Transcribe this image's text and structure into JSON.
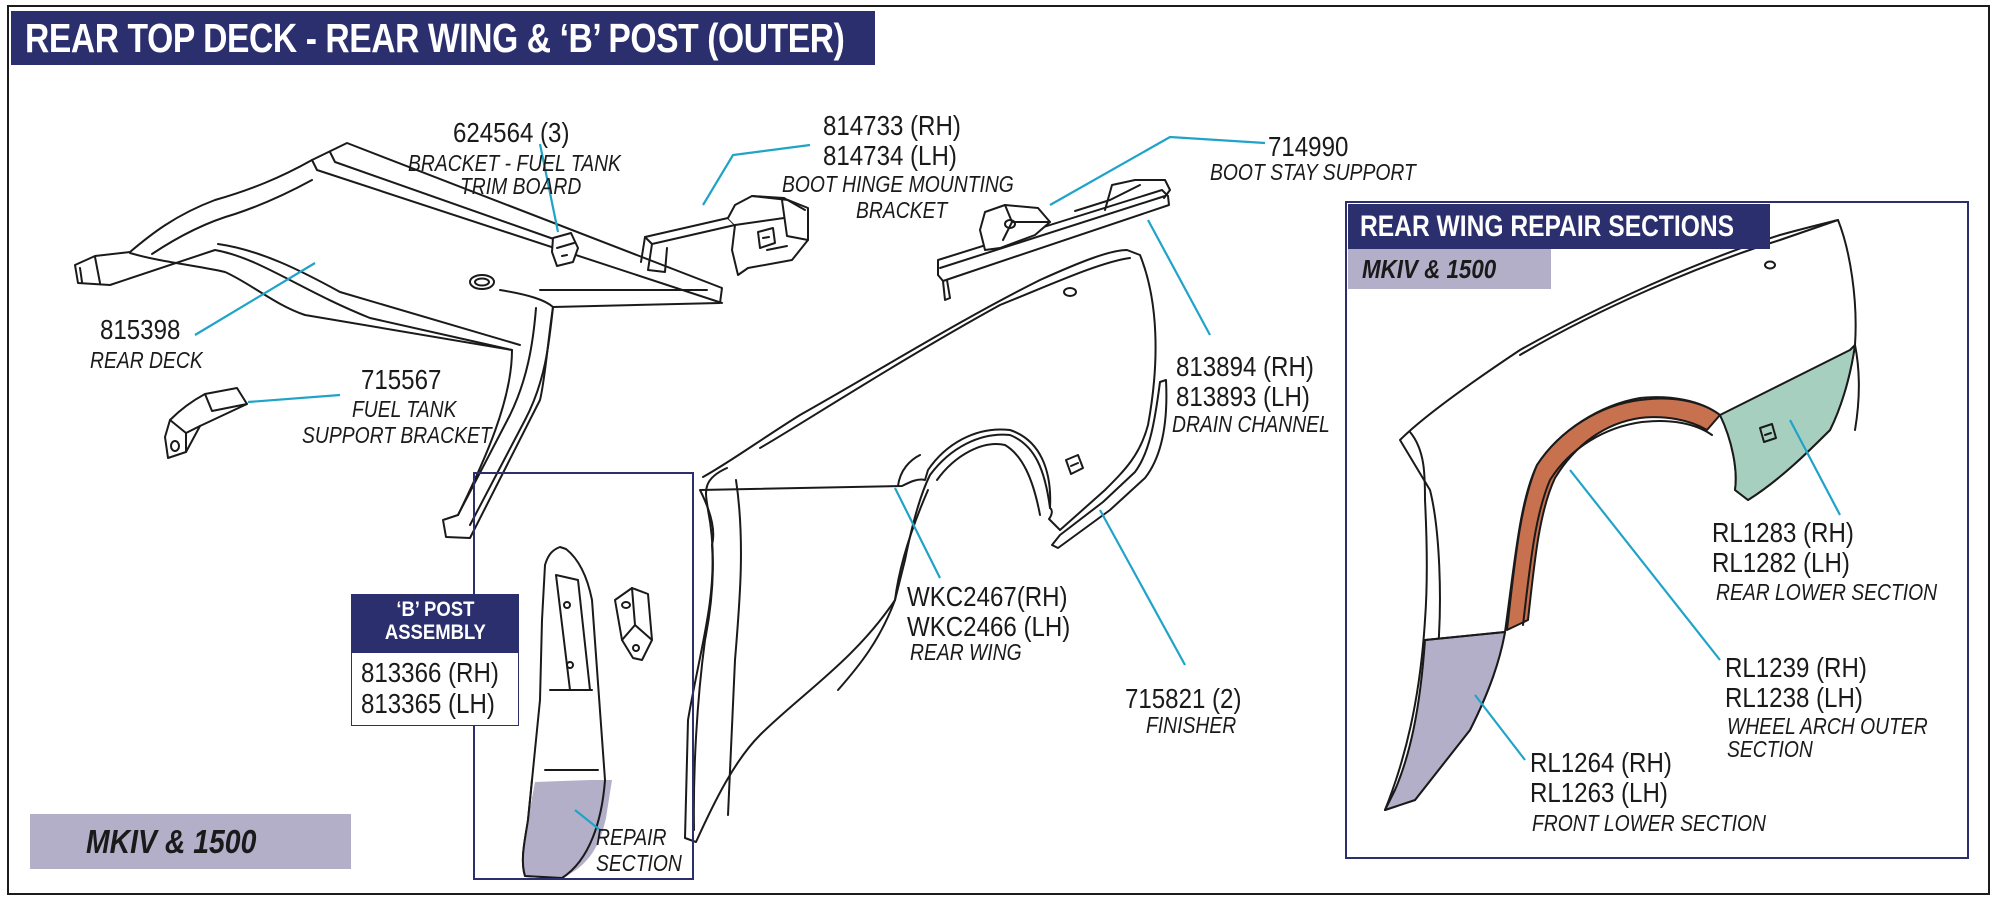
{
  "title": "REAR TOP DECK - REAR WING & ‘B’ POST (OUTER)",
  "colors": {
    "banner": "#2b2f6e",
    "leader_line": "#1fa3c8",
    "repair_lavender": "#b3afc9",
    "repair_rust": "#c7714f",
    "repair_green": "#a7cfc0"
  },
  "parts": {
    "p624564": {
      "number": "624564 (3)",
      "desc_1": "BRACKET - FUEL TANK",
      "desc_2": "TRIM BOARD"
    },
    "p814733": {
      "number_rh": "814733 (RH)",
      "number_lh": "814734 (LH)",
      "desc_1": "BOOT HINGE MOUNTING",
      "desc_2": "BRACKET"
    },
    "p714990": {
      "number": "714990",
      "desc": "BOOT STAY SUPPORT"
    },
    "p815398": {
      "number": "815398",
      "desc": "REAR DECK"
    },
    "p715567": {
      "number": "715567",
      "desc_1": "FUEL TANK",
      "desc_2": "SUPPORT BRACKET"
    },
    "p813894": {
      "number_rh": "813894 (RH)",
      "number_lh": "813893 (LH)",
      "desc": "DRAIN CHANNEL"
    },
    "pWKC": {
      "number_rh": "WKC2467(RH)",
      "number_lh": "WKC2466 (LH)",
      "desc": "REAR WING"
    },
    "p715821": {
      "number": "715821 (2)",
      "desc": "FINISHER"
    }
  },
  "b_post": {
    "title_1": "‘B’ POST",
    "title_2": "ASSEMBLY",
    "number_rh": "813366 (RH)",
    "number_lh": "813365 (LH)",
    "repair_1": "REPAIR",
    "repair_2": "SECTION"
  },
  "mkiv_badge": "MKIV & 1500",
  "repair_sections": {
    "title": "REAR WING REPAIR SECTIONS",
    "subtitle": "MKIV & 1500",
    "rear_lower": {
      "number_rh": "RL1283 (RH)",
      "number_lh": "RL1282 (LH)",
      "desc": "REAR LOWER SECTION"
    },
    "wheel_arch": {
      "number_rh": "RL1239 (RH)",
      "number_lh": "RL1238 (LH)",
      "desc_1": "WHEEL ARCH OUTER",
      "desc_2": "SECTION"
    },
    "front_lower": {
      "number_rh": "RL1264 (RH)",
      "number_lh": "RL1263 (LH)",
      "desc": "FRONT LOWER SECTION"
    }
  }
}
